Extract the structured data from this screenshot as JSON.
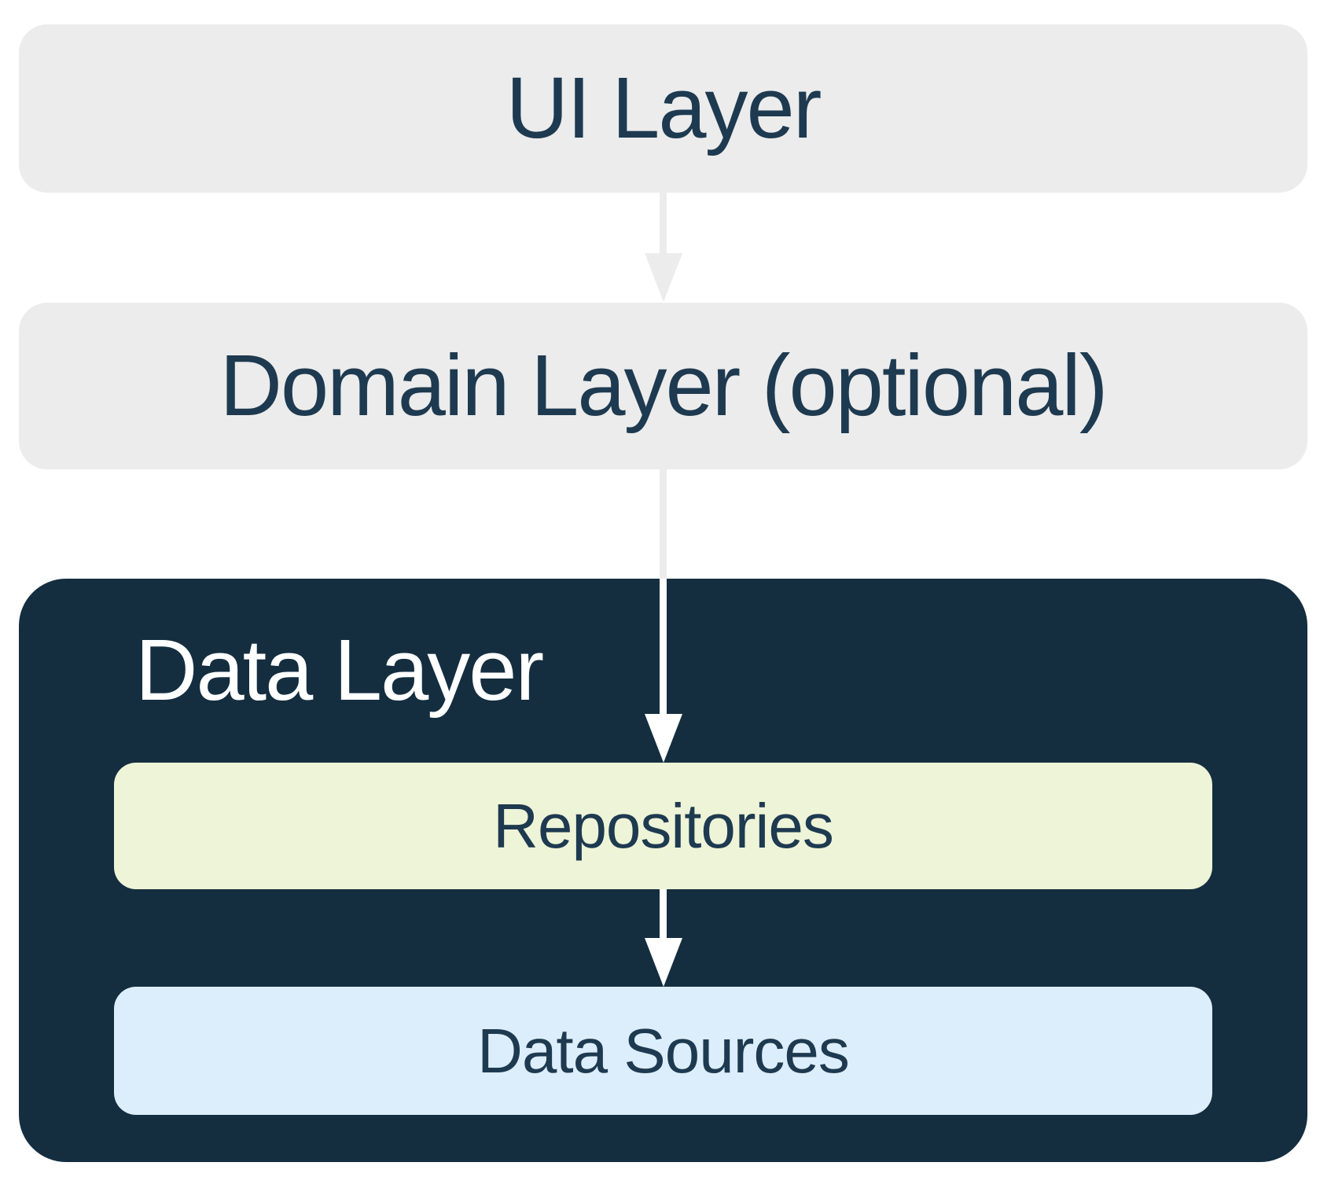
{
  "nodes": {
    "ui_layer": "UI Layer",
    "domain_layer": "Domain Layer (optional)",
    "data_layer": "Data Layer",
    "repositories": "Repositories",
    "data_sources": "Data Sources"
  },
  "arrows": [
    {
      "from": "ui_layer",
      "to": "domain_layer"
    },
    {
      "from": "domain_layer",
      "to": "repositories"
    },
    {
      "from": "repositories",
      "to": "data_sources"
    }
  ],
  "colors": {
    "background": "#ffffff",
    "layer_box_gray": "#ececec",
    "dark_navy": "#142e40",
    "repositories_fill": "#eef4d7",
    "data_sources_fill": "#dceefb",
    "text_navy": "#1e3a50",
    "text_white": "#ffffff",
    "arrow_gray": "#ececec",
    "arrow_white": "#ffffff"
  }
}
